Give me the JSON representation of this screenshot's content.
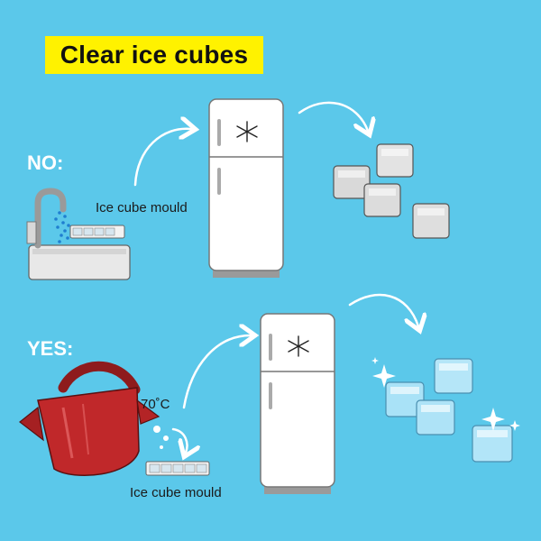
{
  "title": "Clear ice cubes",
  "no_section": {
    "heading": "NO:",
    "mould_label": "Ice cube mould"
  },
  "yes_section": {
    "heading": "YES:",
    "temperature_label": "70˚C",
    "mould_label": "Ice cube mould"
  },
  "colors": {
    "background": "#5bc8ea",
    "title_highlight": "#fff200",
    "kettle": "#c0282a",
    "cloudy_ice": "#dcdcdc",
    "clear_ice": "#a9e2f7"
  },
  "icons": [
    "sink-faucet-icon",
    "refrigerator-icon",
    "snowflake-icon",
    "kettle-icon",
    "ice-cube-tray-icon",
    "sparkle-icon"
  ]
}
